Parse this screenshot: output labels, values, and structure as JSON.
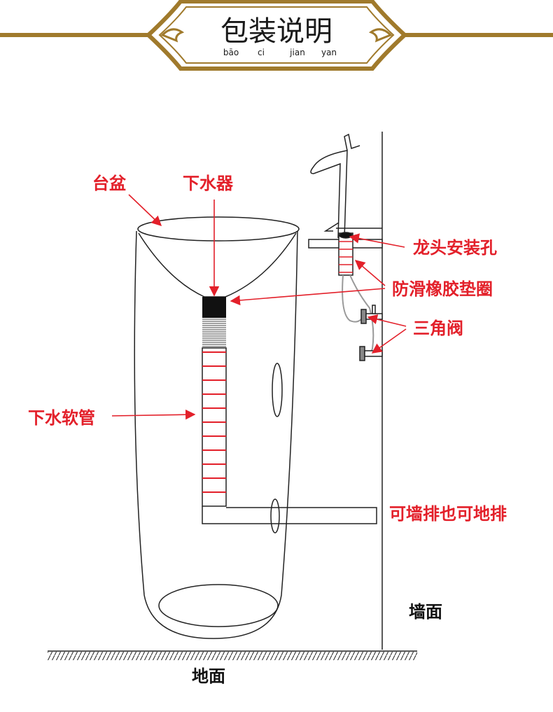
{
  "banner": {
    "title": "包装说明",
    "pinyin": [
      "bāo",
      "ci",
      "jian",
      "yan"
    ]
  },
  "labels": {
    "basin": "台盆",
    "drain": "下水器",
    "faucet_hole": "龙头安装孔",
    "gasket": "防滑橡胶垫圈",
    "angle_valve": "三角阀",
    "drain_hose": "下水软管",
    "drain_option": "可墙排也可地排",
    "wall": "墙面",
    "floor": "地面"
  },
  "colors": {
    "accent_red": "#e3202a",
    "banner_gold": "#a07a2c",
    "line": "#222222"
  }
}
